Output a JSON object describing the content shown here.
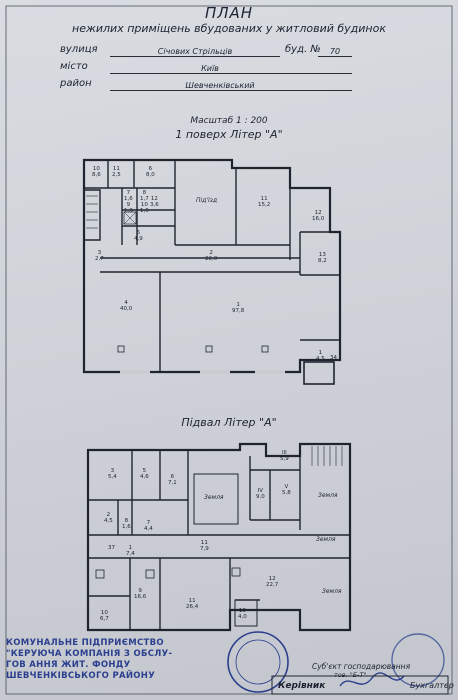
{
  "header": {
    "title": "ПЛАН",
    "subtitle": "нежилих приміщень вбудованих у житловий будинок"
  },
  "address": {
    "street_label": "вулиця",
    "street_value": "Січових Стрільців",
    "house_label": "буд. №",
    "house_value": "70",
    "city_label": "місто",
    "city_value": "Київ",
    "district_label": "район",
    "district_value": "Шевченківський"
  },
  "scale": "Масштаб 1 : 200",
  "floor1": {
    "title": "1 поверх Літер \"А\"",
    "rooms": [
      {
        "label": "10\n8,6"
      },
      {
        "label": "11\n2,5"
      },
      {
        "label": "6\n8,0"
      },
      {
        "label": "7\n1,6"
      },
      {
        "label": "8\n1,7"
      },
      {
        "label": "9\n1,3"
      },
      {
        "label": "10\n1,6"
      },
      {
        "label": "12\n3,6"
      },
      {
        "label": "5\n4,9"
      },
      {
        "label": "11\n15,2"
      },
      {
        "label": "12\n16,0"
      },
      {
        "label": "13\n8,2"
      },
      {
        "label": "3\n2,7"
      },
      {
        "label": "2\n22,0"
      },
      {
        "label": "4\n40,0"
      },
      {
        "label": "1\n97,8"
      },
      {
        "label": "1\n4,5"
      },
      {
        "label": "34"
      }
    ],
    "neighbor_label": "Під'їзд"
  },
  "basement": {
    "title": "Підвал Літер \"А\"",
    "rooms": [
      {
        "label": "3\n5,4"
      },
      {
        "label": "5\n4,6"
      },
      {
        "label": "6\n7,1"
      },
      {
        "label": "2\n4,5"
      },
      {
        "label": "8\n1,6"
      },
      {
        "label": "7\n4,4"
      },
      {
        "label": "III\n5,9"
      },
      {
        "label": "IV\n9,0"
      },
      {
        "label": "V\n5,8"
      },
      {
        "label": "1\n7,4"
      },
      {
        "label": "37"
      },
      {
        "label": "11\n7,9"
      },
      {
        "label": "9\n16,6"
      },
      {
        "label": "10\n6,7"
      },
      {
        "label": "11\n26,4"
      },
      {
        "label": "12\n22,7"
      },
      {
        "label": "13\n4,0"
      }
    ],
    "earth_label": "Земля"
  },
  "stamp": {
    "line1": "КОМУНАЛЬНЕ ПІДПРИЄМСТВО",
    "line2": "\"КЕРУЮЧА КОМПАНІЯ З ОБСЛУ-",
    "line3": "ГОВ АННЯ ЖИТ. ФОНДУ",
    "line4": "ШЕВЧЕНКІВСЬКОГО РАЙОНУ"
  },
  "signature": {
    "subject_line1": "Суб'єкт господарювання",
    "subject_line2": "тов. \"Б-Т\"",
    "manager_label": "Керівник",
    "accountant_label": "Бухгалтер"
  },
  "colors": {
    "ink": "#1e2230",
    "stamp": "#2b3f8e",
    "paper": "#d4d8dd"
  }
}
